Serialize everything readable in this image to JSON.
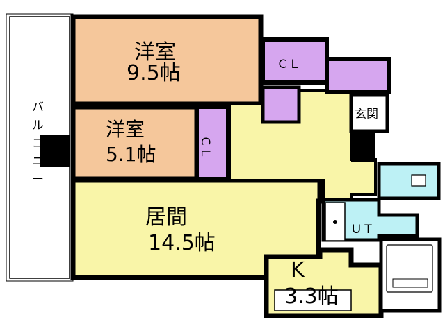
{
  "floor_plan": {
    "balcony_label": [
      "バ",
      "ル",
      "コ",
      "ニ",
      "ー"
    ],
    "rooms": {
      "western_room_1": {
        "name": "洋室",
        "size": "9.5帖",
        "color": "#f5c79b"
      },
      "western_room_2": {
        "name": "洋室",
        "size": "5.1帖",
        "color": "#f5c79b"
      },
      "living": {
        "name": "居間",
        "size": "14.5帖",
        "color": "#f9f5a8"
      },
      "kitchen": {
        "name": "K",
        "size": "3.3帖",
        "color": "#f9f5a8"
      },
      "closet_1": {
        "name": "ＣＬ",
        "color": "#d6a6ef"
      },
      "closet_2": {
        "name": "ＣＬ",
        "color": "#d6a6ef"
      },
      "entrance": {
        "name": "玄関"
      },
      "utility": {
        "name": "ＵＴ",
        "color": "#bdf1f5"
      }
    },
    "colors": {
      "wall": "#000000",
      "balcony_fill": "#ffffff",
      "storage": "#d6a6ef",
      "bath": "#bdf1f5"
    }
  }
}
